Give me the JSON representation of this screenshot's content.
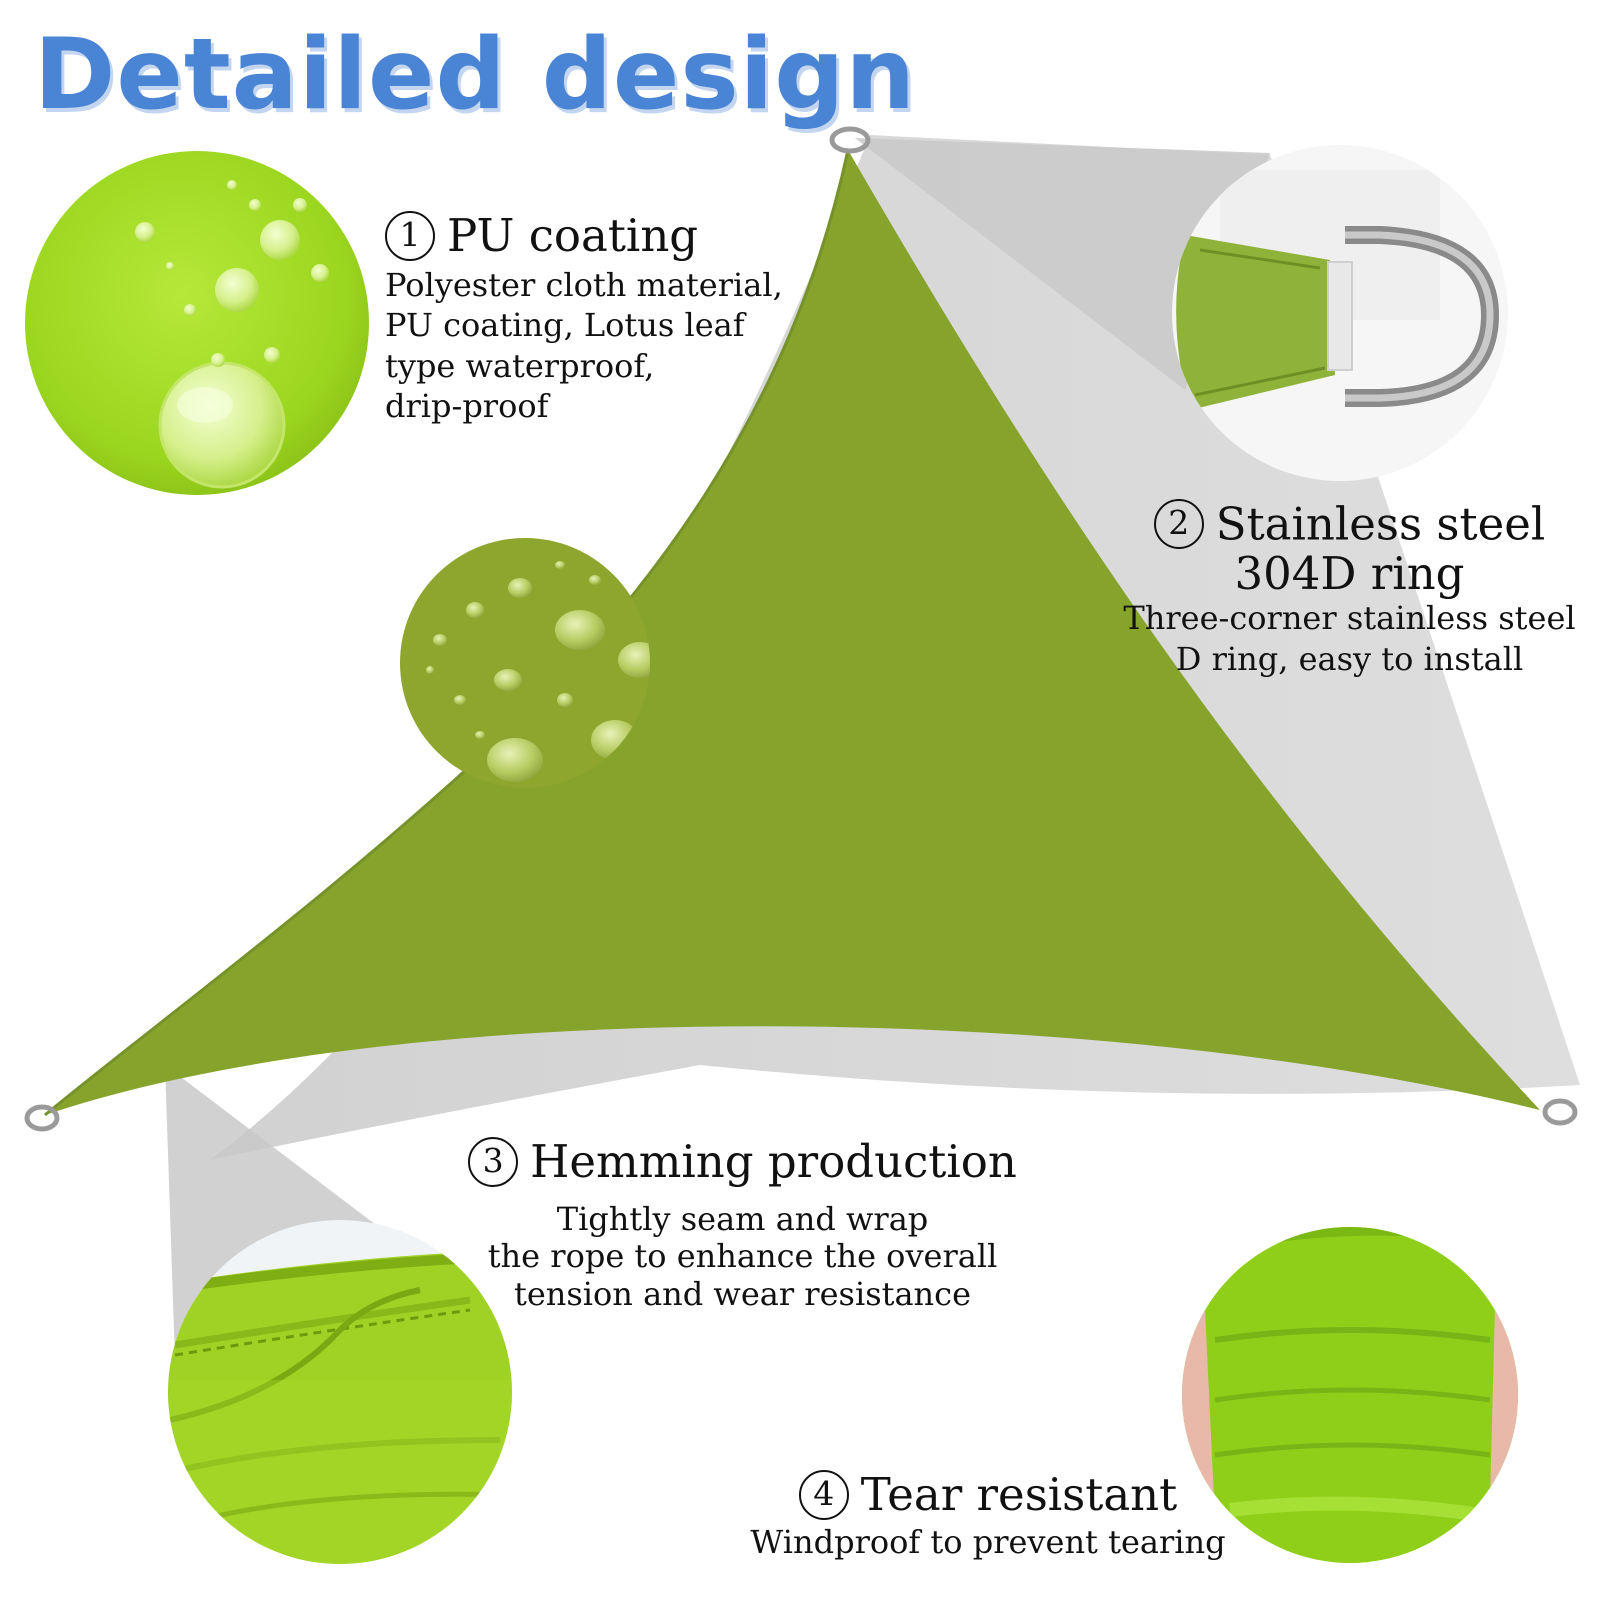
{
  "title": "Detailed design",
  "colors": {
    "title": "#4a84d4",
    "title_shadow": "#c4d6ef",
    "sail_green": "#86a32c",
    "bright_green": "#9bd61f",
    "shadow_gray": "#cfcfcf",
    "text": "#111111"
  },
  "features": [
    {
      "number": "1",
      "heading": "PU coating",
      "lines": [
        "Polyester cloth material,",
        "PU coating, Lotus leaf",
        "type waterproof,",
        "drip-proof"
      ]
    },
    {
      "number": "2",
      "heading_lines": [
        "Stainless steel",
        "304D ring"
      ],
      "lines": [
        "Three-corner stainless steel",
        "D ring, easy to install"
      ]
    },
    {
      "number": "3",
      "heading": "Hemming production",
      "lines": [
        "Tightly seam and wrap",
        "the rope to enhance the overall",
        "tension and wear resistance"
      ]
    },
    {
      "number": "4",
      "heading": "Tear resistant",
      "lines": [
        "Windproof to prevent tearing"
      ]
    }
  ]
}
